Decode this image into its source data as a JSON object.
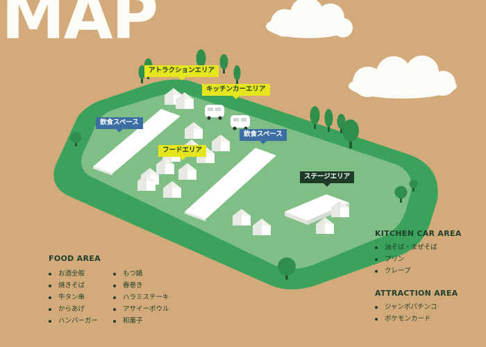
{
  "page_title": "MAP",
  "map_labels": {
    "attraction": "アトラクションエリア",
    "kitchen_car": "キッチンカーエリア",
    "dining_1": "飲食スペース",
    "dining_2": "飲食スペース",
    "food": "フードエリア",
    "stage": "ステージエリア"
  },
  "legend": {
    "food_area": {
      "title": "FOOD AREA",
      "column_1": [
        "お酒全般",
        "焼きそば",
        "牛タン串",
        "からあげ",
        "ハンバーガー"
      ],
      "column_2": [
        "もつ鍋",
        "春巻き",
        "ハラミステーキ",
        "アサイーボウル",
        "和菓子"
      ]
    },
    "kitchen_car_area": {
      "title": "KITCHEN CAR AREA",
      "items": [
        "油そば・まぜそば",
        "プリン",
        "クレープ"
      ]
    },
    "attraction_area": {
      "title": "ATTRACTION AREA",
      "items": [
        "ジャンボパチンコ",
        "ポケモンカード"
      ]
    }
  },
  "colors": {
    "background": "#d3ab7b",
    "park_border": "#3aa25a",
    "park_inner": "#7fbf86",
    "label_yellow": "#e5e61e",
    "label_blue": "#3b6ea3",
    "label_dark": "#1e3b2a",
    "text_dark": "#1f3d2a"
  }
}
